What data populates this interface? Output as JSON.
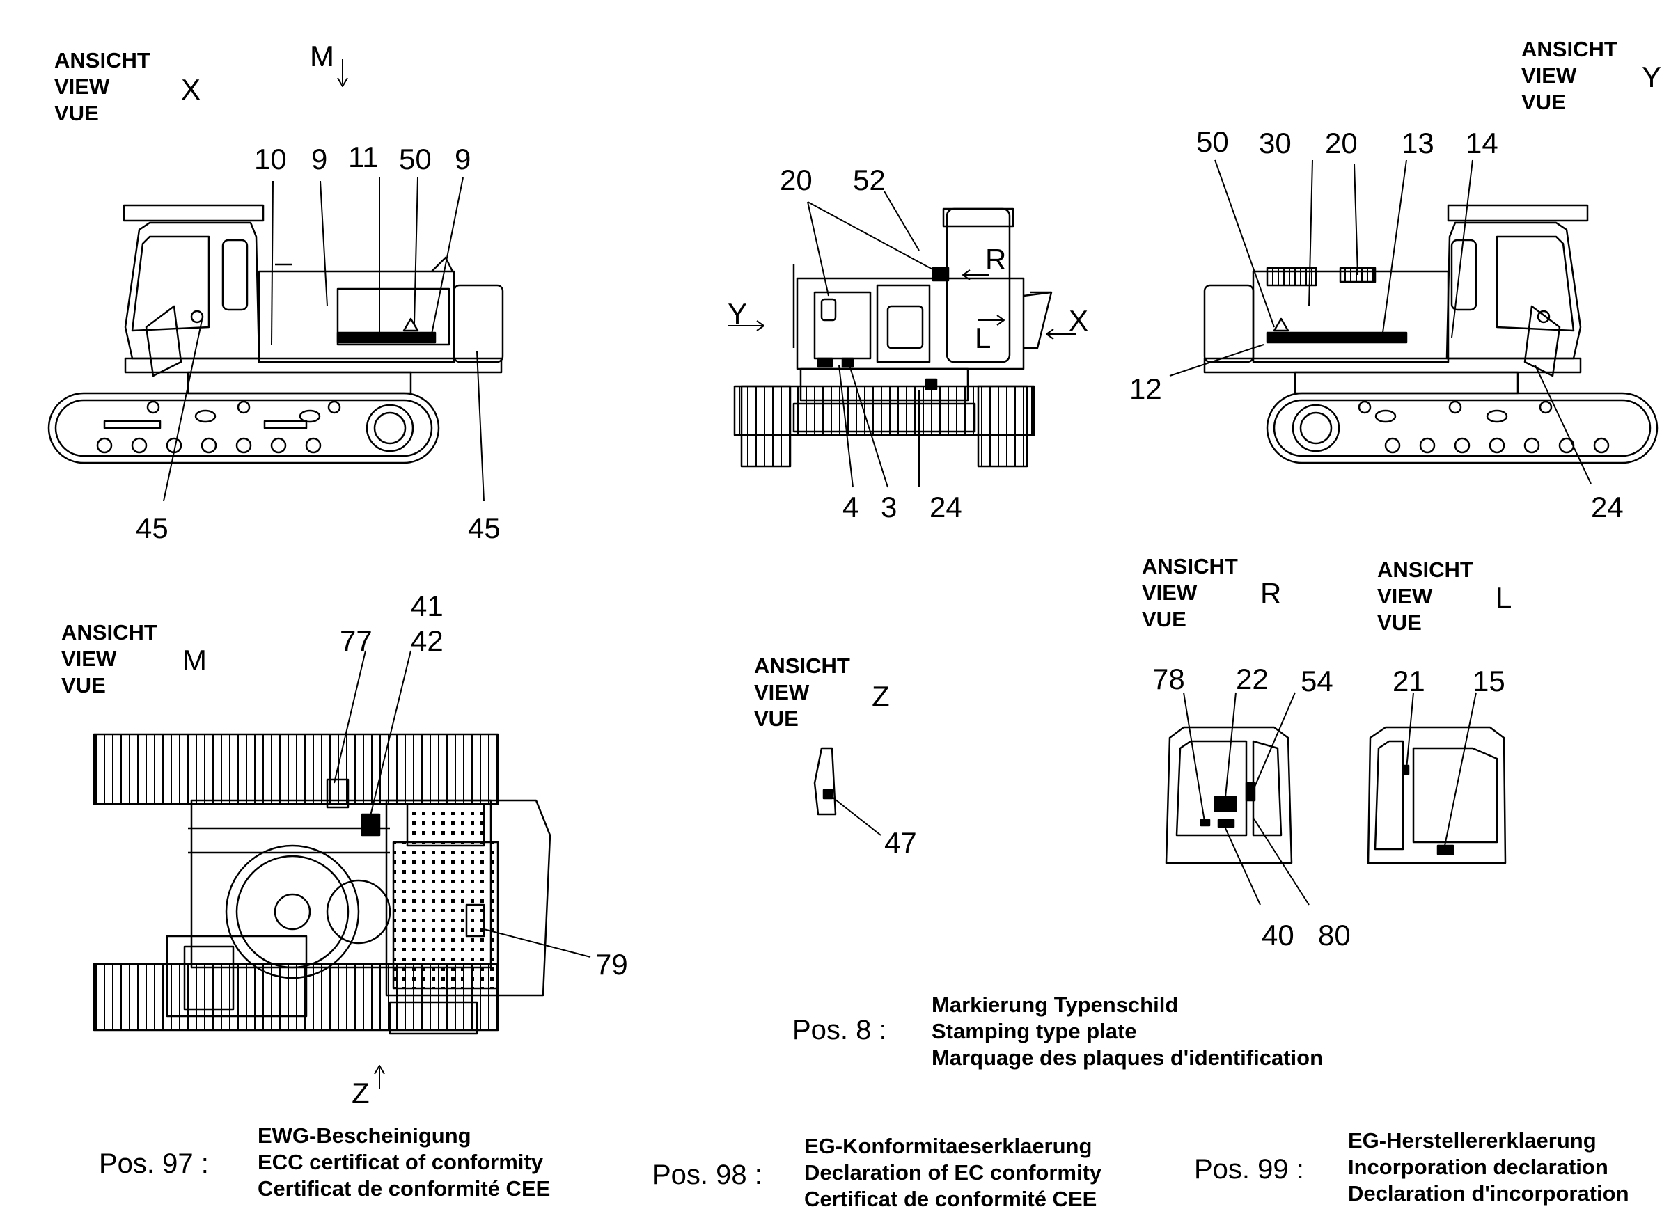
{
  "view_header": [
    "ANSICHT",
    "VIEW",
    "VUE"
  ],
  "views": {
    "x": "X",
    "y": "Y",
    "m": "M",
    "z": "Z",
    "r": "R",
    "l": "L"
  },
  "arrow_letters": {
    "m_top": "M",
    "y_side": "Y",
    "x_side": "X",
    "r_cab": "R",
    "l_cab": "L",
    "z_bottom": "Z"
  },
  "callouts": {
    "view_x": [
      "10",
      "9",
      "11",
      "50",
      "9",
      "45",
      "45"
    ],
    "front": [
      "20",
      "52",
      "4",
      "3",
      "24"
    ],
    "view_y": [
      "50",
      "30",
      "20",
      "13",
      "14",
      "12",
      "24"
    ],
    "view_m": [
      "41",
      "42",
      "77",
      "79"
    ],
    "view_z": [
      "47"
    ],
    "view_r": [
      "78",
      "22",
      "54",
      "40",
      "80"
    ],
    "view_l": [
      "21",
      "15"
    ]
  },
  "notes": [
    {
      "pos": "Pos. 8 :",
      "lines": [
        "Markierung Typenschild",
        "Stamping type plate",
        "Marquage des plaques d'identification"
      ]
    },
    {
      "pos": "Pos. 97 :",
      "lines": [
        "EWG-Bescheinigung",
        "ECC certificat of conformity",
        "Certificat de conformité CEE"
      ]
    },
    {
      "pos": "Pos. 98 :",
      "lines": [
        "EG-Konformitaeserklaerung",
        "Declaration of EC conformity",
        "Certificat de conformité CEE"
      ]
    },
    {
      "pos": "Pos. 99 :",
      "lines": [
        "EG-Herstellererklaerung",
        "Incorporation declaration",
        "Declaration d'incorporation"
      ]
    }
  ]
}
